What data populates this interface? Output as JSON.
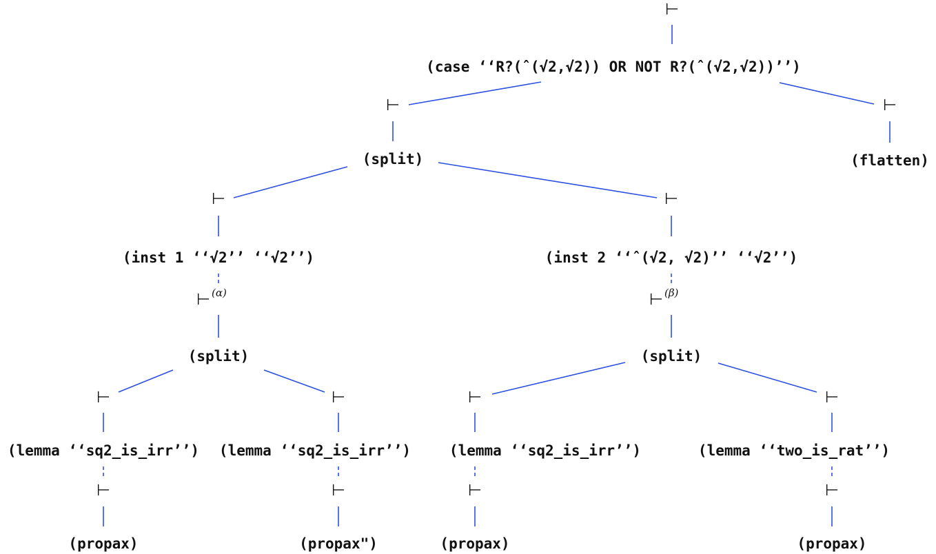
{
  "symbols": {
    "turnstile": "⊢"
  },
  "colors": {
    "edge": "#2b4fe0",
    "text": "#111111"
  },
  "nodes": [
    {
      "id": "root",
      "label": "⊢",
      "kind": "turnstile"
    },
    {
      "id": "case",
      "label": "(case ‘‘R?(ˆ(√2,√2)) OR NOT R?(ˆ(√2,√2))’’)",
      "kind": "rule"
    },
    {
      "id": "t-left",
      "label": "⊢",
      "kind": "turnstile"
    },
    {
      "id": "t-right",
      "label": "⊢",
      "kind": "turnstile"
    },
    {
      "id": "flatten",
      "label": "(flatten)",
      "kind": "rule"
    },
    {
      "id": "split1",
      "label": "(split)",
      "kind": "rule"
    },
    {
      "id": "t-a",
      "label": "⊢",
      "kind": "turnstile"
    },
    {
      "id": "t-b",
      "label": "⊢",
      "kind": "turnstile"
    },
    {
      "id": "inst1",
      "label": "(inst 1 ‘‘√2’’ ‘‘√2’’)",
      "kind": "rule"
    },
    {
      "id": "inst2",
      "label": "(inst 2 ‘‘ˆ(√2, √2)’’ ‘‘√2’’)",
      "kind": "rule"
    },
    {
      "id": "t-alpha",
      "label": "⊢",
      "kind": "turnstile",
      "sup": "(α)"
    },
    {
      "id": "t-beta",
      "label": "⊢",
      "kind": "turnstile",
      "sup": "(β)"
    },
    {
      "id": "split2",
      "label": "(split)",
      "kind": "rule"
    },
    {
      "id": "split3",
      "label": "(split)",
      "kind": "rule"
    },
    {
      "id": "t-l1",
      "label": "⊢",
      "kind": "turnstile"
    },
    {
      "id": "t-l2",
      "label": "⊢",
      "kind": "turnstile"
    },
    {
      "id": "t-l3",
      "label": "⊢",
      "kind": "turnstile"
    },
    {
      "id": "t-l4",
      "label": "⊢",
      "kind": "turnstile"
    },
    {
      "id": "lemma1",
      "label": "(lemma ‘‘sq2_is_irr’’)",
      "kind": "rule"
    },
    {
      "id": "lemma2",
      "label": "(lemma ‘‘sq2_is_irr’’)",
      "kind": "rule"
    },
    {
      "id": "lemma3",
      "label": "(lemma ‘‘sq2_is_irr’’)",
      "kind": "rule"
    },
    {
      "id": "lemma4",
      "label": "(lemma ‘‘two_is_rat’’)",
      "kind": "rule"
    },
    {
      "id": "t-p1",
      "label": "⊢",
      "kind": "turnstile"
    },
    {
      "id": "t-p2",
      "label": "⊢",
      "kind": "turnstile"
    },
    {
      "id": "t-p3",
      "label": "⊢",
      "kind": "turnstile"
    },
    {
      "id": "t-p4",
      "label": "⊢",
      "kind": "turnstile"
    },
    {
      "id": "propax1",
      "label": "(propax)",
      "kind": "rule"
    },
    {
      "id": "propax2",
      "label": "(propax\")",
      "kind": "rule"
    },
    {
      "id": "propax3",
      "label": "(propax)",
      "kind": "rule"
    },
    {
      "id": "propax4",
      "label": "(propax)",
      "kind": "rule"
    }
  ],
  "edges": [
    {
      "from": "root",
      "to": "case",
      "style": "solid"
    },
    {
      "from": "case",
      "to": "t-left",
      "style": "solid"
    },
    {
      "from": "case",
      "to": "t-right",
      "style": "solid"
    },
    {
      "from": "t-right",
      "to": "flatten",
      "style": "solid"
    },
    {
      "from": "t-left",
      "to": "split1",
      "style": "solid"
    },
    {
      "from": "split1",
      "to": "t-a",
      "style": "solid"
    },
    {
      "from": "split1",
      "to": "t-b",
      "style": "solid"
    },
    {
      "from": "t-a",
      "to": "inst1",
      "style": "solid"
    },
    {
      "from": "t-b",
      "to": "inst2",
      "style": "solid"
    },
    {
      "from": "inst1",
      "to": "t-alpha",
      "style": "dashed"
    },
    {
      "from": "inst2",
      "to": "t-beta",
      "style": "dashed"
    },
    {
      "from": "t-alpha",
      "to": "split2",
      "style": "solid"
    },
    {
      "from": "t-beta",
      "to": "split3",
      "style": "solid"
    },
    {
      "from": "split2",
      "to": "t-l1",
      "style": "solid"
    },
    {
      "from": "split2",
      "to": "t-l2",
      "style": "solid"
    },
    {
      "from": "split3",
      "to": "t-l3",
      "style": "solid"
    },
    {
      "from": "split3",
      "to": "t-l4",
      "style": "solid"
    },
    {
      "from": "t-l1",
      "to": "lemma1",
      "style": "solid"
    },
    {
      "from": "t-l2",
      "to": "lemma2",
      "style": "solid"
    },
    {
      "from": "t-l3",
      "to": "lemma3",
      "style": "solid"
    },
    {
      "from": "t-l4",
      "to": "lemma4",
      "style": "solid"
    },
    {
      "from": "lemma1",
      "to": "t-p1",
      "style": "dashed"
    },
    {
      "from": "lemma2",
      "to": "t-p2",
      "style": "dashed"
    },
    {
      "from": "lemma3",
      "to": "t-p3",
      "style": "dashed"
    },
    {
      "from": "lemma4",
      "to": "t-p4",
      "style": "dashed"
    },
    {
      "from": "t-p1",
      "to": "propax1",
      "style": "solid"
    },
    {
      "from": "t-p2",
      "to": "propax2",
      "style": "solid"
    },
    {
      "from": "t-p3",
      "to": "propax3",
      "style": "solid"
    },
    {
      "from": "t-p4",
      "to": "propax4",
      "style": "solid"
    }
  ]
}
